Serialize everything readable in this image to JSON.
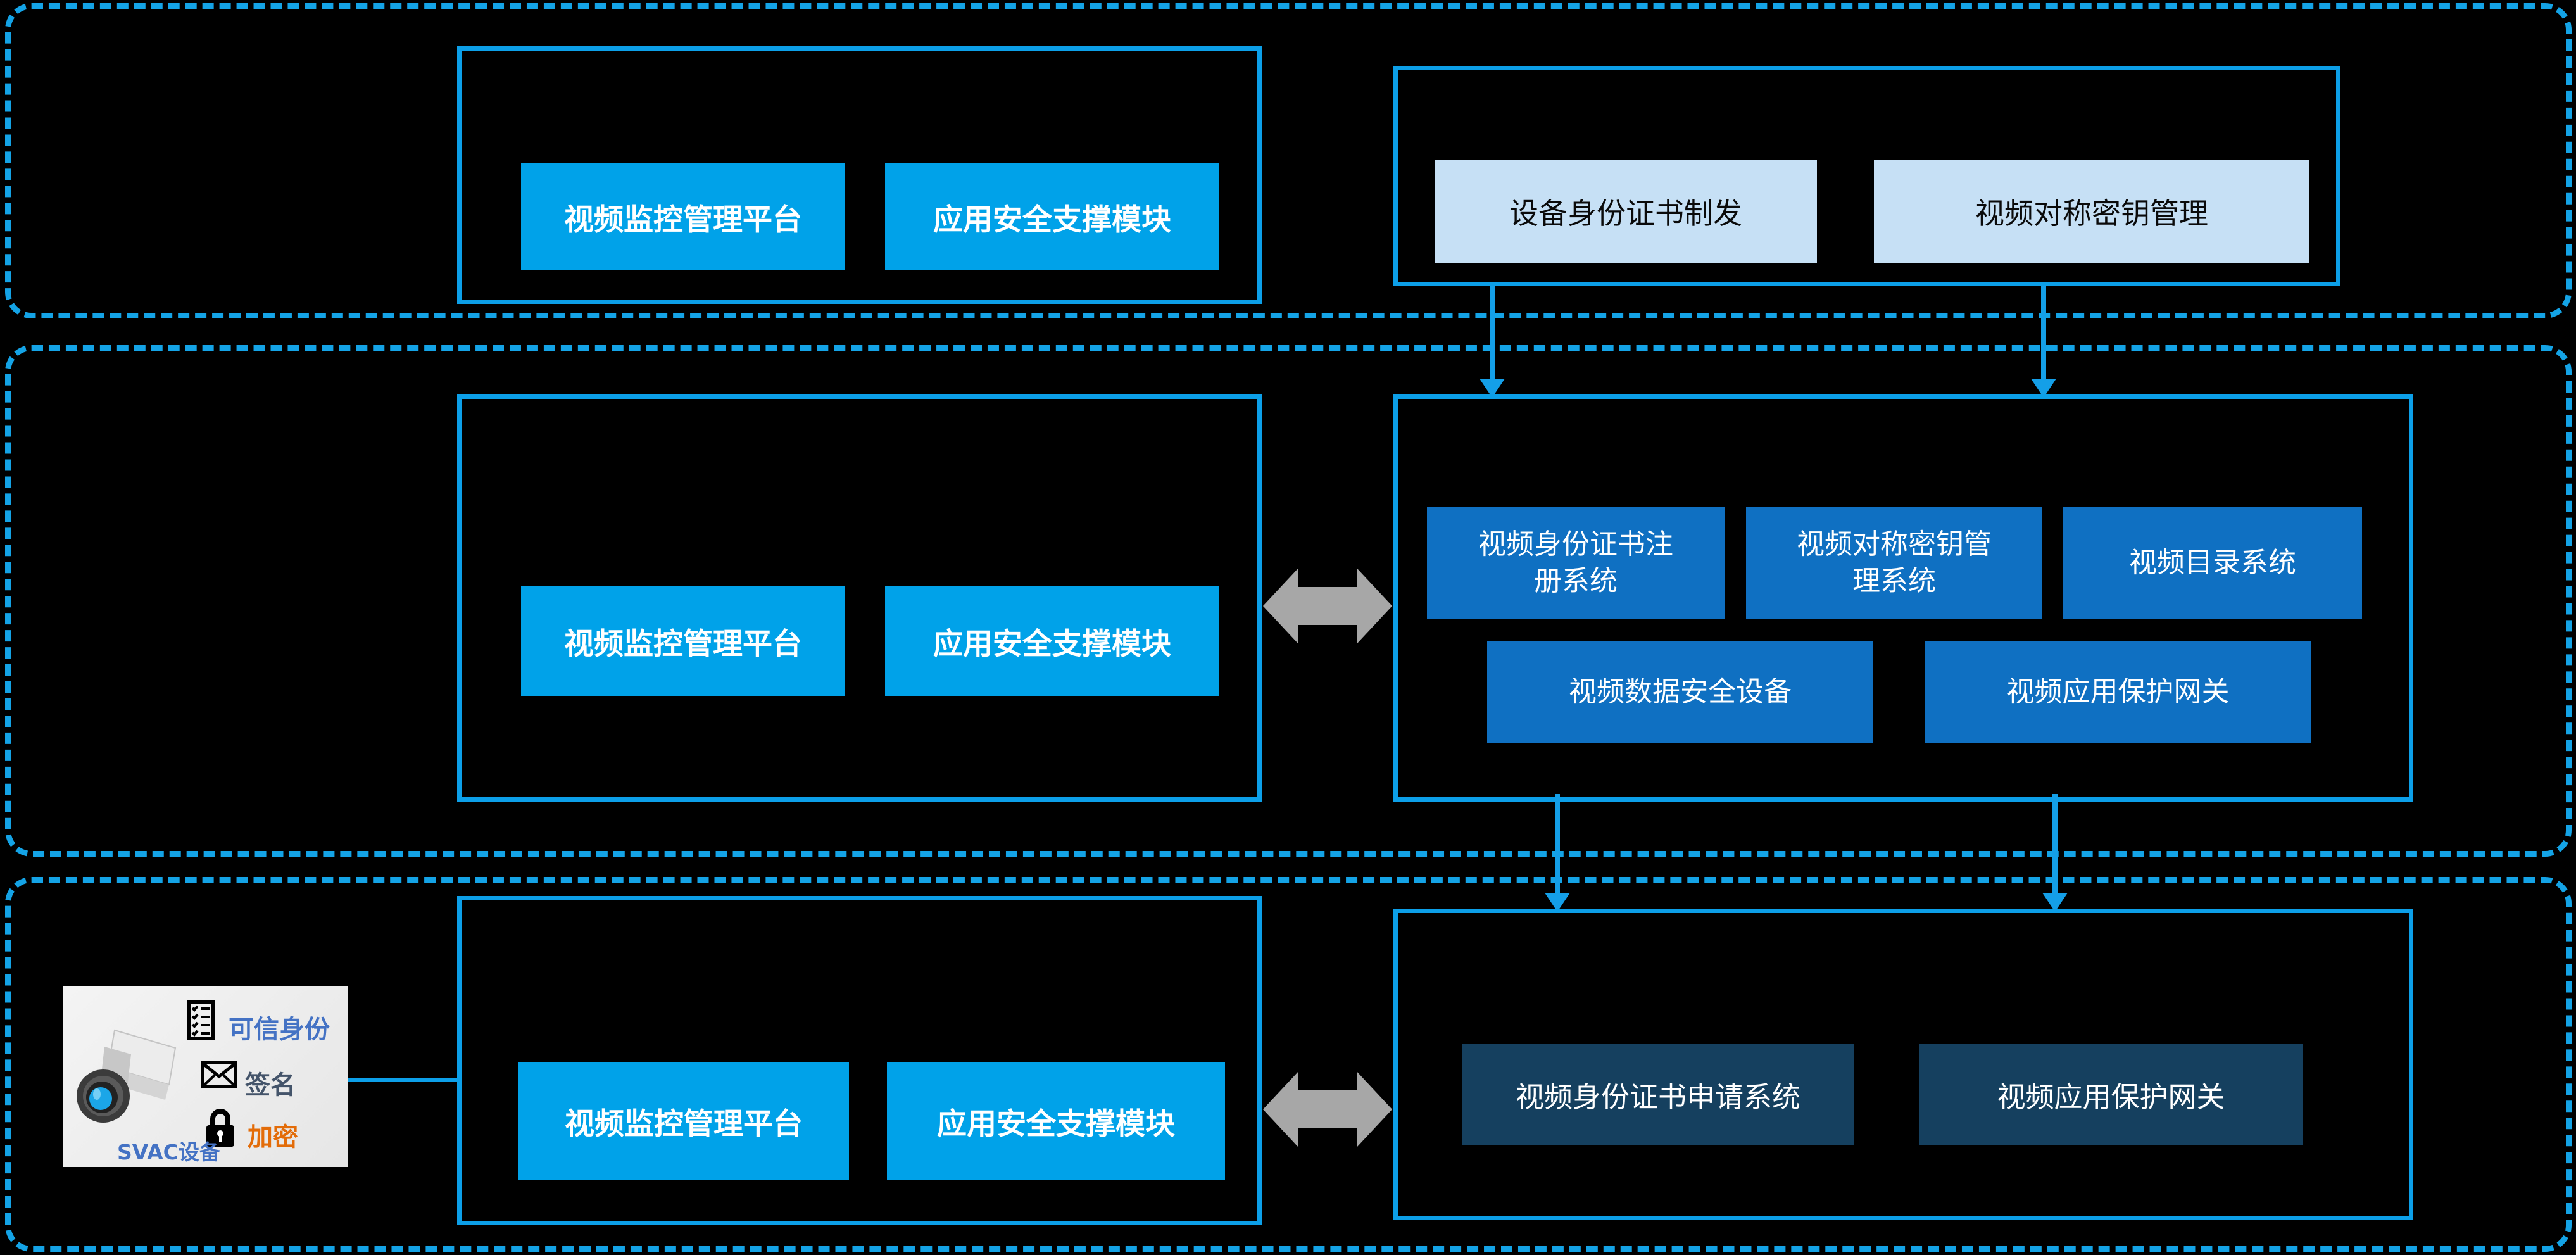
{
  "colors": {
    "background": "#000000",
    "dashed_border": "#14A3E6",
    "solid_border": "#0C9FE8",
    "cyan_node": "#00A2E9",
    "light_node": "#C6E0F5",
    "blue_node": "#0F70C2",
    "navy_node": "#15405F",
    "gray_arrow": "#A7A7A7",
    "device_card_bg": "#EDEDED",
    "trusted_id_text": "#4472C4",
    "sign_text": "#44546A",
    "encrypt_text": "#E36C09"
  },
  "tier_top": {
    "platform_box": {
      "item1": "视频监控管理平台",
      "item2": "应用安全支撑模块"
    },
    "ca_box": {
      "item1": "设备身份证书制发",
      "item2": "视频对称密钥管理"
    }
  },
  "tier_middle": {
    "platform_box": {
      "item1": "视频监控管理平台",
      "item2": "应用安全支撑模块"
    },
    "security_box": {
      "item1": "视频身份证书注\n册系统",
      "item2": "视频对称密钥管\n理系统",
      "item3": "视频目录系统",
      "item4": "视频数据安全设备",
      "item5": "视频应用保护网关"
    }
  },
  "tier_bottom": {
    "platform_box": {
      "item1": "视频监控管理平台",
      "item2": "应用安全支撑模块"
    },
    "security_box": {
      "item1": "视频身份证书申请系统",
      "item2": "视频应用保护网关"
    },
    "device_card": {
      "name": "SVAC设备",
      "feature1": "可信身份",
      "feature2": "签名",
      "feature3": "加密"
    }
  }
}
